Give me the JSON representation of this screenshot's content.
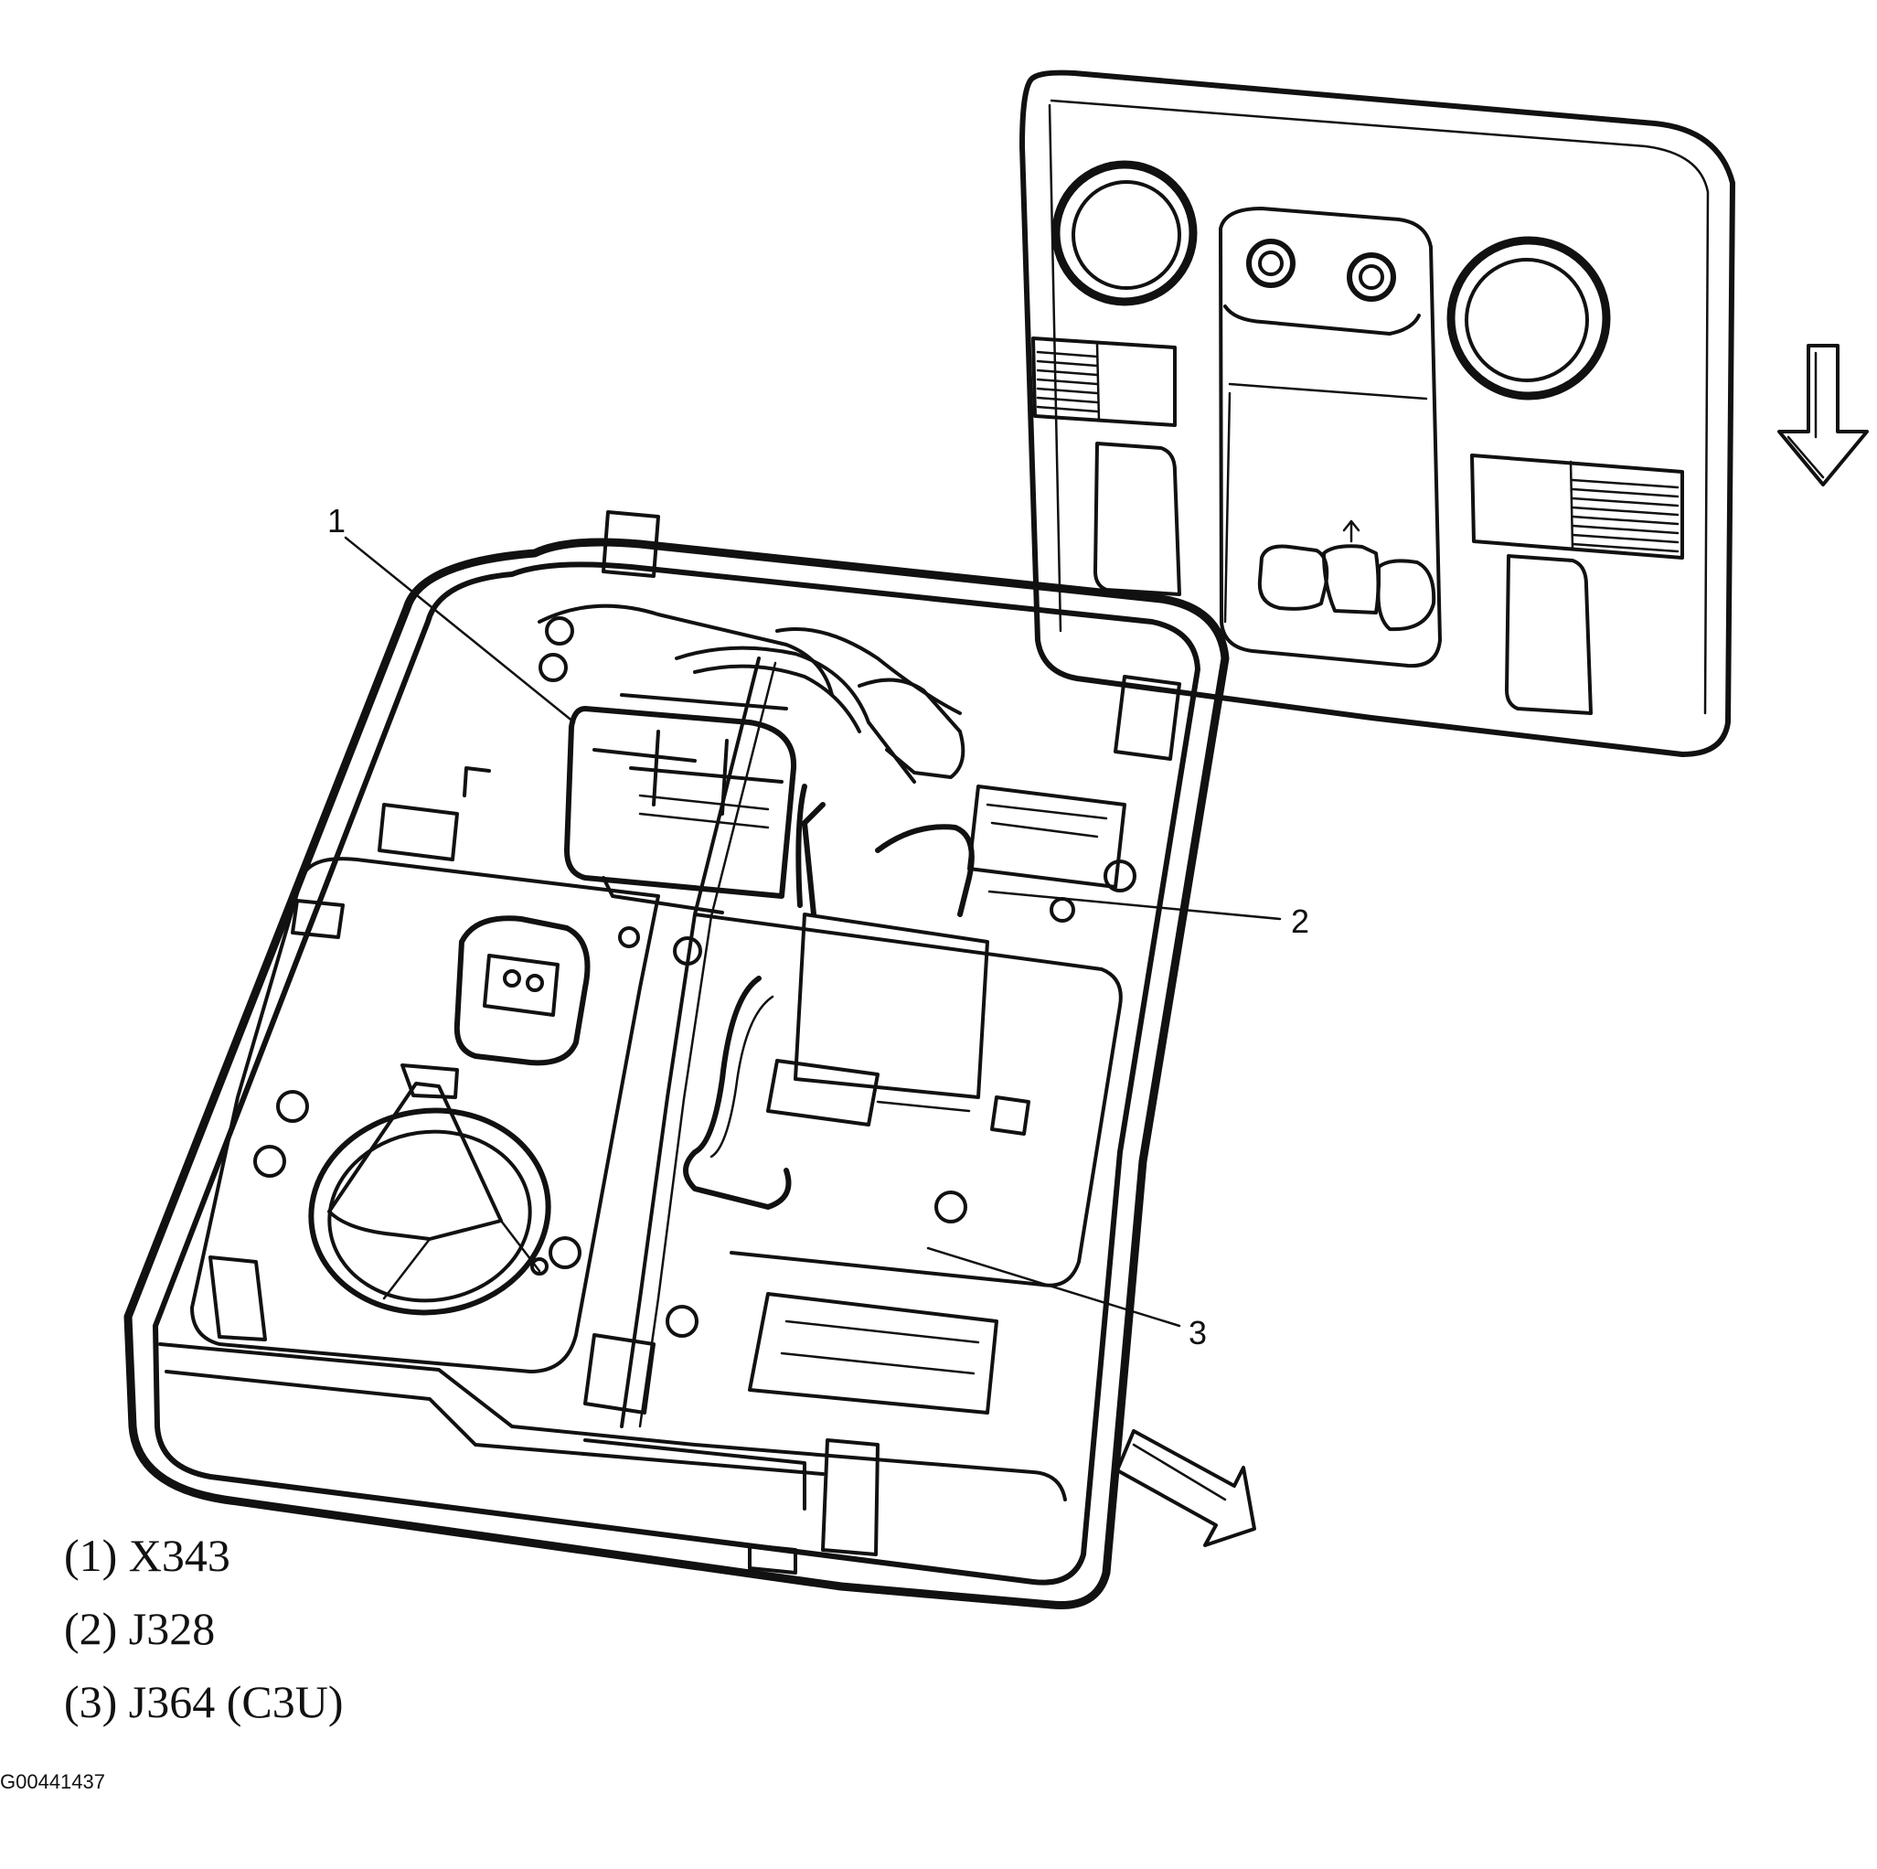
{
  "callouts": [
    {
      "number": "1"
    },
    {
      "number": "2"
    },
    {
      "number": "3"
    }
  ],
  "legend": [
    {
      "text": "(1) X343"
    },
    {
      "text": "(2) J328"
    },
    {
      "text": "(3) J364 (C3U)"
    }
  ],
  "figure_id": "G00441437",
  "colors": {
    "ink": "#111111",
    "background": "#ffffff"
  },
  "icons": [
    "down-arrow-icon",
    "diagonal-arrow-icon"
  ]
}
